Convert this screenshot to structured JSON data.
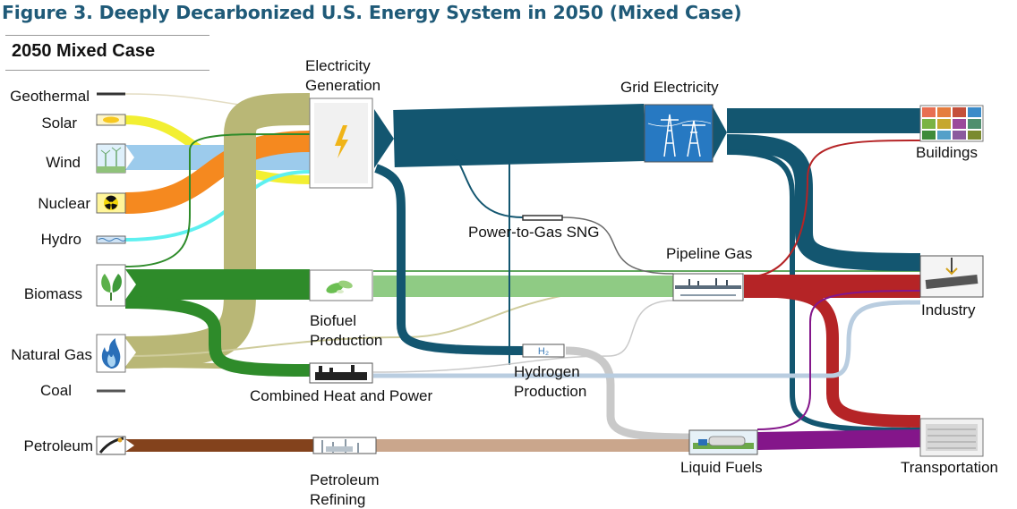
{
  "figure_title": "Figure 3. Deeply Decarbonized U.S. Energy System in 2050 (Mixed Case)",
  "case_title": "2050 Mixed Case",
  "sources": {
    "geothermal": "Geothermal",
    "solar": "Solar",
    "wind": "Wind",
    "nuclear": "Nuclear",
    "hydro": "Hydro",
    "biomass": "Biomass",
    "natural_gas": "Natural Gas",
    "coal": "Coal",
    "petroleum": "Petroleum"
  },
  "conversion": {
    "electricity_generation": [
      "Electricity",
      "Generation"
    ],
    "grid_electricity": "Grid Electricity",
    "power_to_gas": "Power-to-Gas SNG",
    "pipeline_gas": "Pipeline Gas",
    "biofuel_production": [
      "Biofuel",
      "Production"
    ],
    "hydrogen_production": [
      "Hydrogen",
      "Production"
    ],
    "hydrogen_symbol": "H₂",
    "chp": "Combined Heat and Power",
    "petroleum_refining": [
      "Petroleum",
      "Refining"
    ],
    "liquid_fuels": "Liquid Fuels"
  },
  "end_uses": {
    "buildings": "Buildings",
    "industry": "Industry",
    "transportation": "Transportation"
  },
  "colors": {
    "title": "#1f5a78",
    "electricity": "#135670",
    "natural_gas": "#b9b776",
    "biomass": "#2e8b2a",
    "biomass_light": "#8fcb84",
    "solar": "#f2ef32",
    "wind": "#9ccbec",
    "nuclear": "#f5891f",
    "hydro": "#5ef0f0",
    "pipeline_gas": "#b52426",
    "hydrogen": "#c9c9c9",
    "petroleum": "#83421c",
    "petroleum_refined": "#caa68c",
    "liquid_fuels": "#84168a",
    "chp_heat": "#b9cde0"
  }
}
